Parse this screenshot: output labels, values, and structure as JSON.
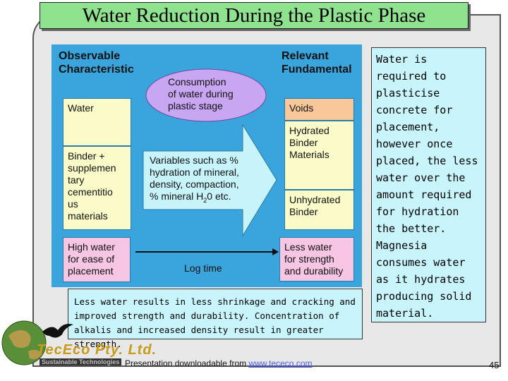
{
  "title": "Water Reduction During the Plastic Phase",
  "diagram": {
    "left_header": "Observable\nCharacteristic",
    "right_header": "Relevant\nFundamental",
    "ellipse_text": "Consumption\nof water during\nplastic stage",
    "left_boxes": [
      "Water",
      "Binder +\nsupplemen\ntary\ncementitio\nus\nmaterials",
      "High water\nfor  ease of\nplacement"
    ],
    "right_boxes": [
      "Voids",
      "Hydrated\nBinder\nMaterials",
      "Unhydrated\nBinder",
      "Less water\nfor strength\nand durability"
    ],
    "arrow_text": "Variables such as  %\nhydration of mineral,\ndensity, compaction,\n% mineral H",
    "arrow_sub": "2",
    "arrow_text_end": "0 etc.",
    "log_time": "Log time"
  },
  "right_note": "Water is required to plasticise concrete for placement, however once placed, the less water over the amount required for hydration the better. Magnesia consumes water as it hydrates producing solid material.",
  "bottom_note": "Less water results in less shrinkage and cracking and improved strength and durability. Concentration of alkalis and increased density result in greater strength.",
  "logo": {
    "name": "TecEco Pty. Ltd.",
    "tagline": "Sustainable Technologies"
  },
  "footer": {
    "text": "Presentation downloadable from ",
    "link": "www.tececo.com"
  },
  "page_number": "45",
  "colors": {
    "title_bg": "#8fe38f",
    "panel_bg": "#3aa4dc",
    "ellipse": "#c9a6f2",
    "note_bg": "#c8f4fb",
    "voids": "#f8c89a",
    "cream": "#fbfbc9",
    "pink": "#f6c6e4",
    "arrow": "#c7f3fb"
  }
}
